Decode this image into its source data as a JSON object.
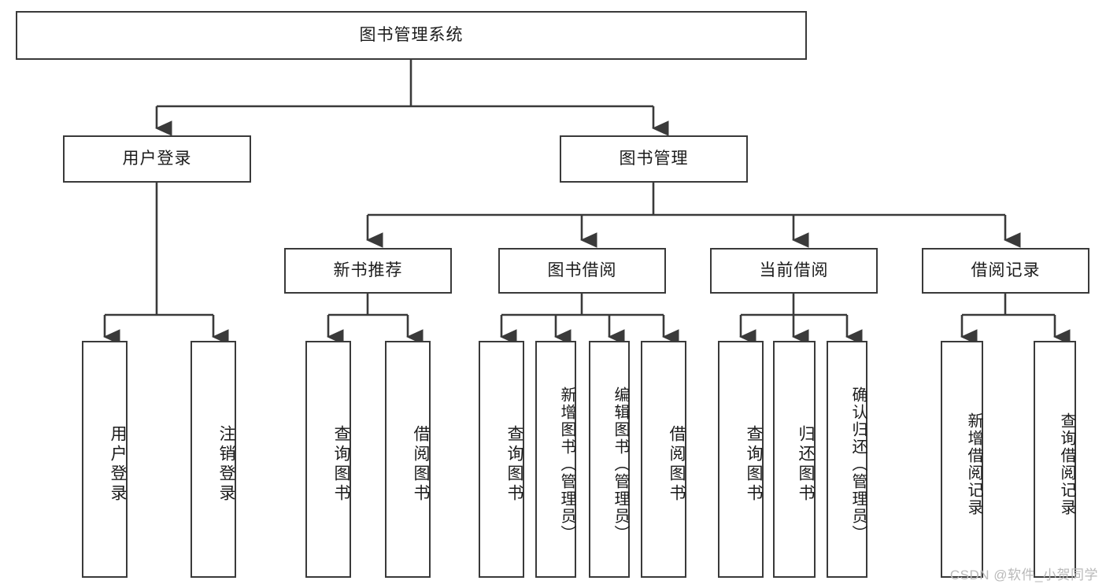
{
  "diagram": {
    "type": "tree-hierarchy",
    "title": "图书管理系统",
    "root": {
      "id": "root",
      "label": "图书管理系统"
    },
    "level2": [
      {
        "id": "user-login",
        "label": "用户登录"
      },
      {
        "id": "book-management",
        "label": "图书管理"
      }
    ],
    "level3": [
      {
        "id": "new-book-recommend",
        "label": "新书推荐",
        "parent": "book-management"
      },
      {
        "id": "book-borrow",
        "label": "图书借阅",
        "parent": "book-management"
      },
      {
        "id": "current-borrow",
        "label": "当前借阅",
        "parent": "book-management"
      },
      {
        "id": "borrow-record",
        "label": "借阅记录",
        "parent": "book-management"
      }
    ],
    "leaves": [
      {
        "id": "leaf-user-login",
        "label": "用户登录",
        "parent": "user-login"
      },
      {
        "id": "leaf-logout",
        "label": "注销登录",
        "parent": "user-login"
      },
      {
        "id": "leaf-query-book-1",
        "label": "查询图书",
        "parent": "new-book-recommend"
      },
      {
        "id": "leaf-borrow-book-1",
        "label": "借阅图书",
        "parent": "new-book-recommend"
      },
      {
        "id": "leaf-query-book-2",
        "label": "查询图书",
        "parent": "book-borrow"
      },
      {
        "id": "leaf-add-book",
        "label": "新增图书（管理员）",
        "parent": "book-borrow"
      },
      {
        "id": "leaf-edit-book",
        "label": "编辑图书（管理员）",
        "parent": "book-borrow"
      },
      {
        "id": "leaf-borrow-book-2",
        "label": "借阅图书",
        "parent": "book-borrow"
      },
      {
        "id": "leaf-query-book-3",
        "label": "查询图书",
        "parent": "current-borrow"
      },
      {
        "id": "leaf-return-book",
        "label": "归还图书",
        "parent": "current-borrow"
      },
      {
        "id": "leaf-confirm-return",
        "label": "确认归还（管理员）",
        "parent": "current-borrow"
      },
      {
        "id": "leaf-add-record",
        "label": "新增借阅记录",
        "parent": "borrow-record"
      },
      {
        "id": "leaf-query-record",
        "label": "查询借阅记录",
        "parent": "borrow-record"
      }
    ]
  },
  "watermark": {
    "text": "CSDN @软件_小贺同学"
  },
  "colors": {
    "border": "#3a3a3a",
    "background": "#ffffff",
    "text": "#1b1b1b",
    "watermark": "#b9b9b9"
  }
}
